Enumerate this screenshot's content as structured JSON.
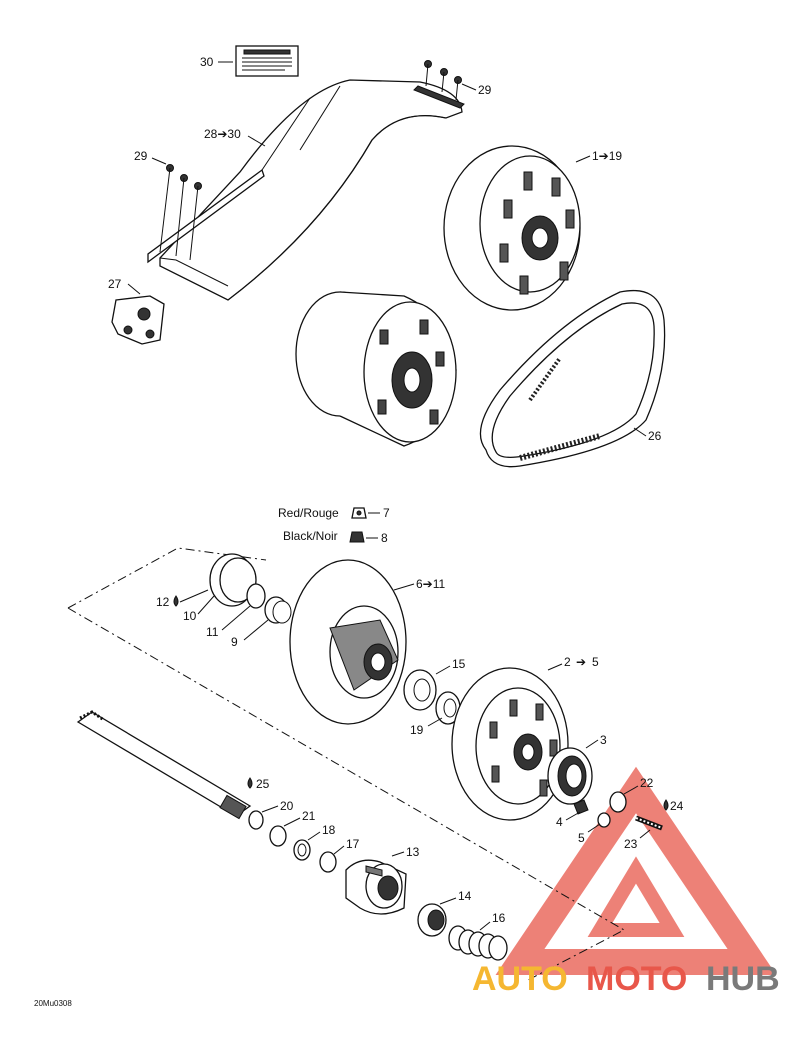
{
  "diagram": {
    "callouts": {
      "c30": "30",
      "c29a": "29",
      "c2830": "28➔30",
      "c29b": "29",
      "c119": "1➔19",
      "c27": "27",
      "c26": "26",
      "c7": "7",
      "c8": "8",
      "c12": "12",
      "c10": "10",
      "c11": "11",
      "c9": "9",
      "c611": "6➔11",
      "c15": "15",
      "c25": "5",
      "c19": "19",
      "c3": "3",
      "c22": "22",
      "c24": "24",
      "c4": "4",
      "c5": "5",
      "c23": "23",
      "c25b": "25",
      "c20": "20",
      "c21": "21",
      "c18": "18",
      "c17": "17",
      "c13": "13",
      "c14": "14",
      "c16": "16"
    },
    "colour_keys": {
      "red": "Red/Rouge",
      "black": "Black/Noir"
    },
    "range_start_2": "2",
    "footer_code": "20Mu0308"
  },
  "watermark": {
    "text_auto": "AUTO",
    "text_moto": "MOTO",
    "text_hub": "HUB",
    "color_yellow": "#f5b731",
    "color_red": "#e8574a",
    "color_gray": "#7a7a7a"
  }
}
